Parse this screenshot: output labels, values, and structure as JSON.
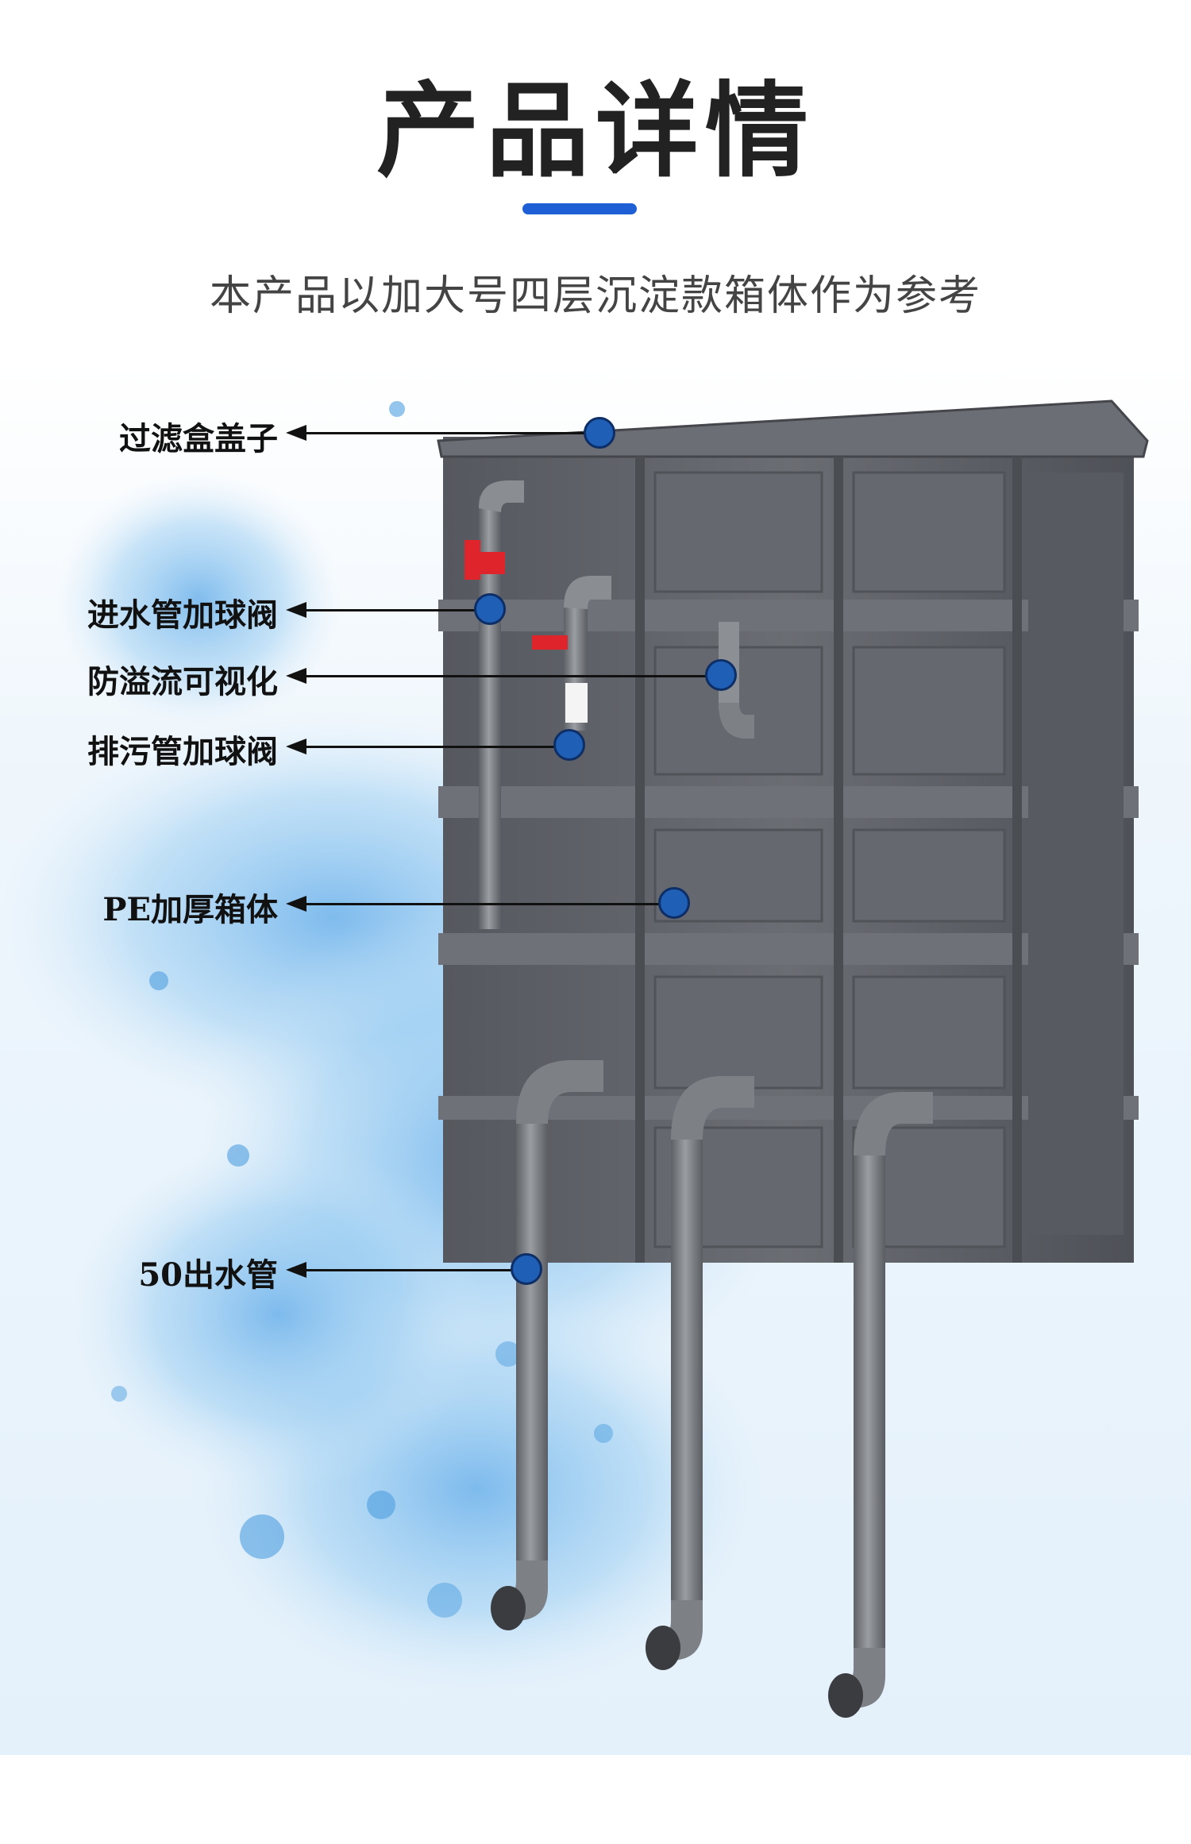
{
  "header": {
    "title": "产品详情",
    "subtitle": "本产品以加大号四层沉淀款箱体作为参考",
    "accent_color": "#1f5fd6"
  },
  "callouts": [
    {
      "label": "过滤盒盖子"
    },
    {
      "label": "进水管加球阀"
    },
    {
      "label": "防溢流可视化"
    },
    {
      "label": "排污管加球阀"
    },
    {
      "label": "PE加厚箱体"
    },
    {
      "label": "50出水管"
    }
  ],
  "colors": {
    "box": "#5f6268",
    "pipe": "#7d8085",
    "valve": "#e0242c",
    "marker": "#1f5fb6"
  }
}
